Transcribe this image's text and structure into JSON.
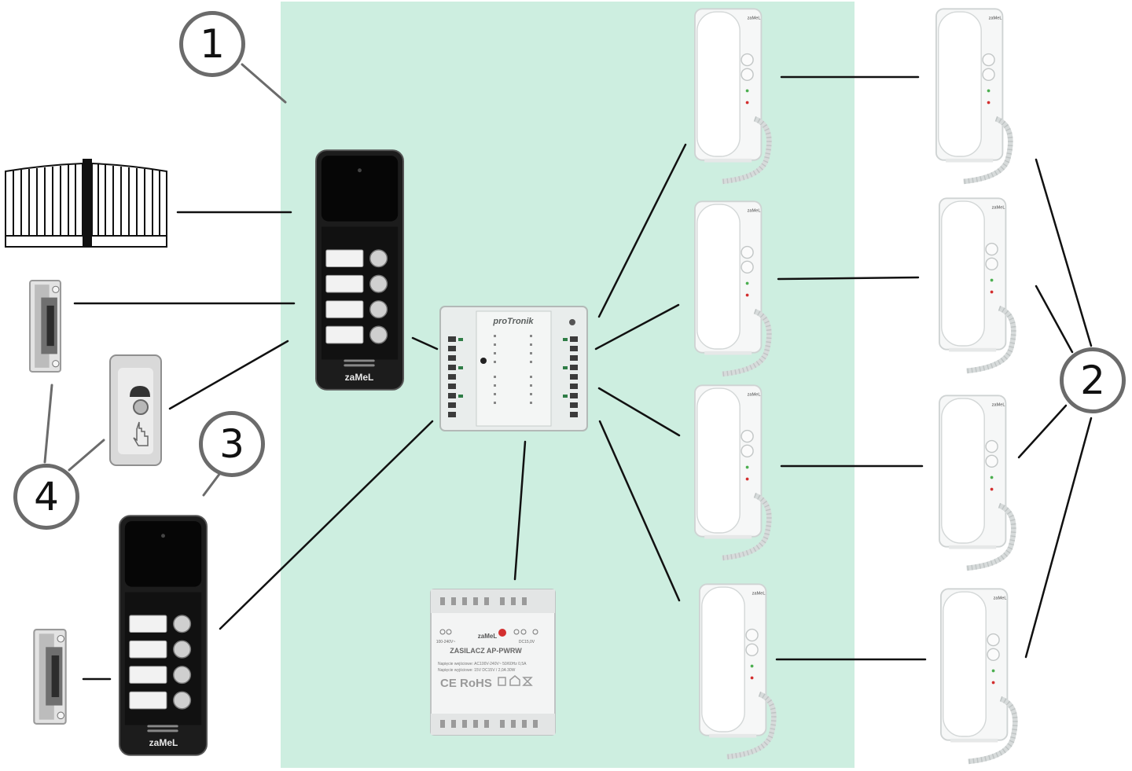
{
  "callouts": [
    "1",
    "2",
    "3",
    "4"
  ],
  "brand": "zaMeL",
  "controller": {
    "title": "proTronik"
  },
  "power_supply": {
    "brand": "zaMeL",
    "title": "ZASILACZ AP-PWRW",
    "line1": "Napięcie wejściowe: AC100V-240V~ 50/60Hz 0,5A",
    "line2": "Napięcie wyjściowe: 15V DC15V / 2,0A 30W",
    "in_label": "100-240V~",
    "out_label": "DC15,0V",
    "marks": "CE RoHS"
  },
  "colors": {
    "zone": "#cdeee0",
    "line": "#111111",
    "leader": "#6b6b6b",
    "panel": "#1c1c1c",
    "handset": "#f6f7f7"
  },
  "icons": {
    "gate": "gate-icon",
    "lock": "electric-strike-icon",
    "exit_button": "exit-button-icon",
    "intercom": "intercom-handset-icon",
    "power": "power-supply-icon"
  }
}
